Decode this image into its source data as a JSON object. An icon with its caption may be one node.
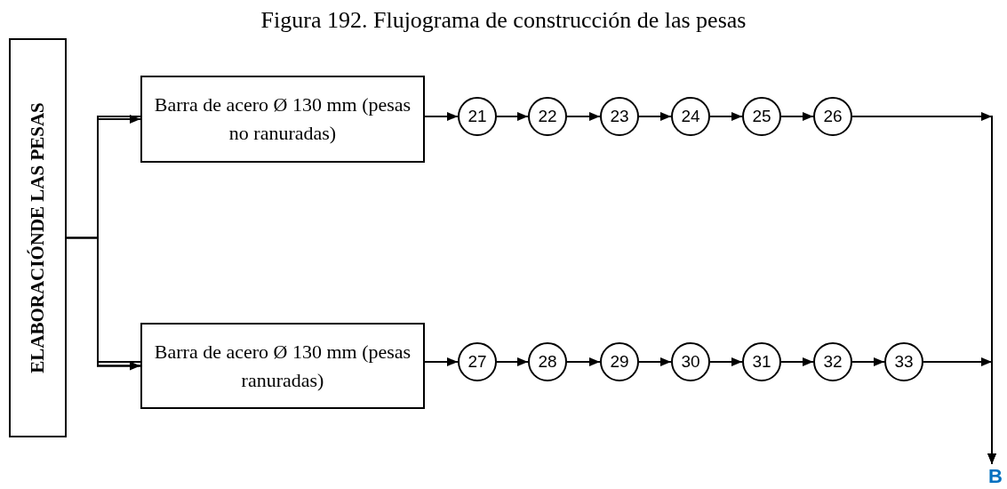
{
  "diagram": {
    "title": "Figura 192. Flujograma de construcción de las pesas",
    "nodes": [
      {
        "text": [
          "ELABORACIÓNDE LAS PESAS"
        ]
      },
      {
        "text": [
          "Barra de acero Ø 130 mm (pesas no ranuradas)"
        ]
      },
      {
        "text": [
          "Barra de acero Ø 130 mm (pesas ranuradas)"
        ]
      },
      {
        "text": [
          "21"
        ]
      },
      {
        "text": [
          "22"
        ]
      },
      {
        "text": [
          "23"
        ]
      },
      {
        "text": [
          "24"
        ]
      },
      {
        "text": [
          "25"
        ]
      },
      {
        "text": [
          "26"
        ]
      },
      {
        "text": [
          "27"
        ]
      },
      {
        "text": [
          "28"
        ]
      },
      {
        "text": [
          "29"
        ]
      },
      {
        "text": [
          "30"
        ]
      },
      {
        "text": [
          "31"
        ]
      },
      {
        "text": [
          "32"
        ]
      },
      {
        "text": [
          "33"
        ]
      },
      {
        "text": [
          "B"
        ]
      }
    ],
    "edges": [
      {
        "from": 0,
        "to": 1,
        "arrow": "to"
      },
      {
        "from": 0,
        "to": 2,
        "arrow": "to"
      },
      {
        "from": 1,
        "to": 3,
        "arrow": "to"
      },
      {
        "from": 3,
        "to": 4,
        "arrow": "to"
      },
      {
        "from": 4,
        "to": 5,
        "arrow": "to"
      },
      {
        "from": 5,
        "to": 6,
        "arrow": "to"
      },
      {
        "from": 6,
        "to": 7,
        "arrow": "to"
      },
      {
        "from": 7,
        "to": 8,
        "arrow": "to"
      },
      {
        "from": 2,
        "to": 9,
        "arrow": "to"
      },
      {
        "from": 9,
        "to": 10,
        "arrow": "to"
      },
      {
        "from": 10,
        "to": 11,
        "arrow": "to"
      },
      {
        "from": 11,
        "to": 12,
        "arrow": "to"
      },
      {
        "from": 12,
        "to": 13,
        "arrow": "to"
      },
      {
        "from": 13,
        "to": 14,
        "arrow": "to"
      },
      {
        "from": 14,
        "to": 15,
        "arrow": "to"
      },
      {
        "from": 8,
        "to": 16,
        "arrow": "to"
      },
      {
        "from": 15,
        "to": 16,
        "arrow": "to"
      }
    ]
  }
}
